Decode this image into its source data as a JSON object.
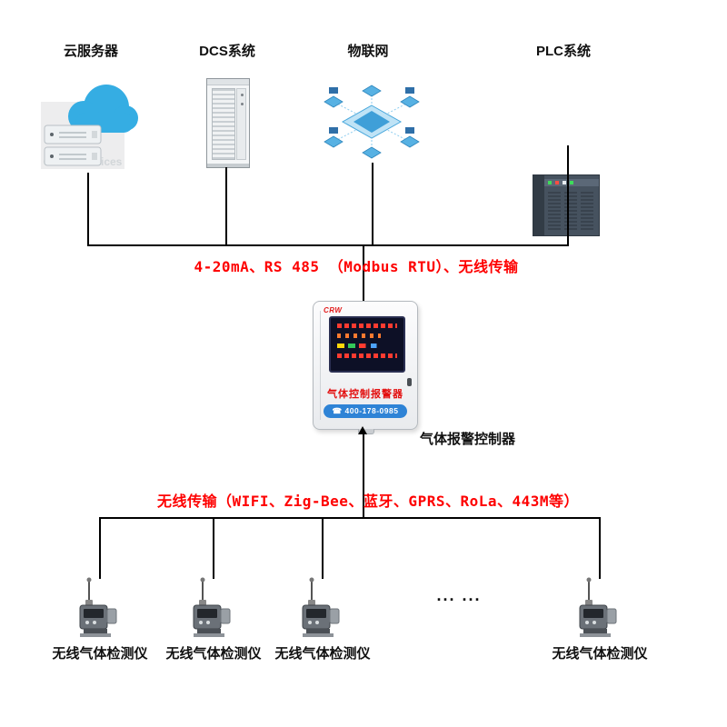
{
  "diagram": {
    "top_devices": [
      {
        "label": "云服务器"
      },
      {
        "label": "DCS系统"
      },
      {
        "label": "物联网"
      },
      {
        "label": "PLC系统"
      }
    ],
    "cloud_watermark": "Cloud Services",
    "bus1_label": "4-20mA、RS 485 （Modbus RTU）、无线传输",
    "controller": {
      "logo": "CRW",
      "panel_title": "气体控制报警器",
      "phone_icon": "☎",
      "phone": "400-178-0985",
      "label": "气体报警控制器"
    },
    "bus2_label": "无线传输（WIFI、Zig-Bee、蓝牙、GPRS、RoLa、443M等）",
    "ellipsis": "... ...",
    "detectors": [
      {
        "label": "无线气体检测仪"
      },
      {
        "label": "无线气体检测仪"
      },
      {
        "label": "无线气体检测仪"
      },
      {
        "label": "无线气体检测仪"
      }
    ]
  },
  "colors": {
    "connector": "#000000",
    "accent_red": "#fe0000",
    "cloud_blue": "#35ade3",
    "controller_bar_blue": "#2e83d6"
  }
}
